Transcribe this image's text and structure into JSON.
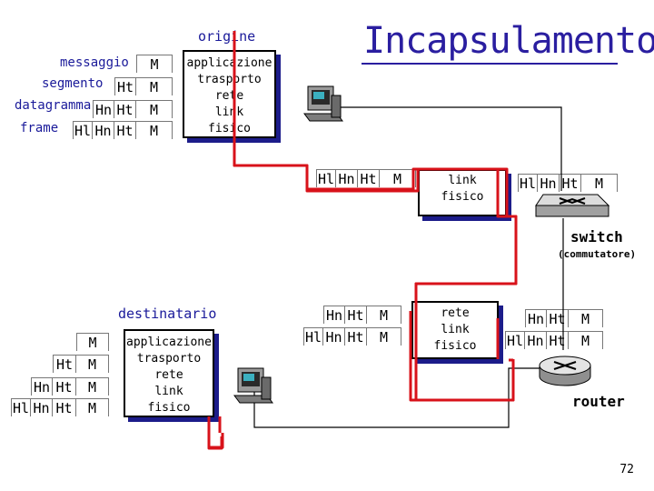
{
  "title": "Incapsulamento",
  "source": {
    "label": "origine",
    "layers": [
      "applicazione",
      "trasporto",
      "rete",
      "link",
      "fisico"
    ],
    "rows": [
      {
        "label": "messaggio",
        "cells": [
          "M"
        ]
      },
      {
        "label": "segmento",
        "cells": [
          "Ht",
          "M"
        ]
      },
      {
        "label": "datagramma",
        "cells": [
          "Hn",
          "Ht",
          "M"
        ]
      },
      {
        "label": "frame",
        "cells": [
          "Hl",
          "Hn",
          "Ht",
          "M"
        ]
      }
    ]
  },
  "switch_node": {
    "layers": [
      "link",
      "fisico"
    ],
    "in_cells": [
      "Hl",
      "Hn",
      "Ht",
      "M"
    ],
    "out_cells": [
      "Hl",
      "Hn",
      "Ht",
      "M"
    ],
    "label": "switch",
    "sublabel": "(commutatore)"
  },
  "router_node": {
    "layers": [
      "rete",
      "link",
      "fisico"
    ],
    "left_rows": [
      [
        "Hn",
        "Ht",
        "M"
      ],
      [
        "Hl",
        "Hn",
        "Ht",
        "M"
      ]
    ],
    "right_rows": [
      [
        "Hn",
        "Ht",
        "M"
      ],
      [
        "Hl",
        "Hn",
        "Ht",
        "M"
      ]
    ],
    "label": "router"
  },
  "destination": {
    "label": "destinatario",
    "layers": [
      "applicazione",
      "trasporto",
      "rete",
      "link",
      "fisico"
    ],
    "rows": [
      [
        "M"
      ],
      [
        "Ht",
        "M"
      ],
      [
        "Hn",
        "Ht",
        "M"
      ],
      [
        "Hl",
        "Hn",
        "Ht",
        "M"
      ]
    ]
  },
  "page_number": "72"
}
